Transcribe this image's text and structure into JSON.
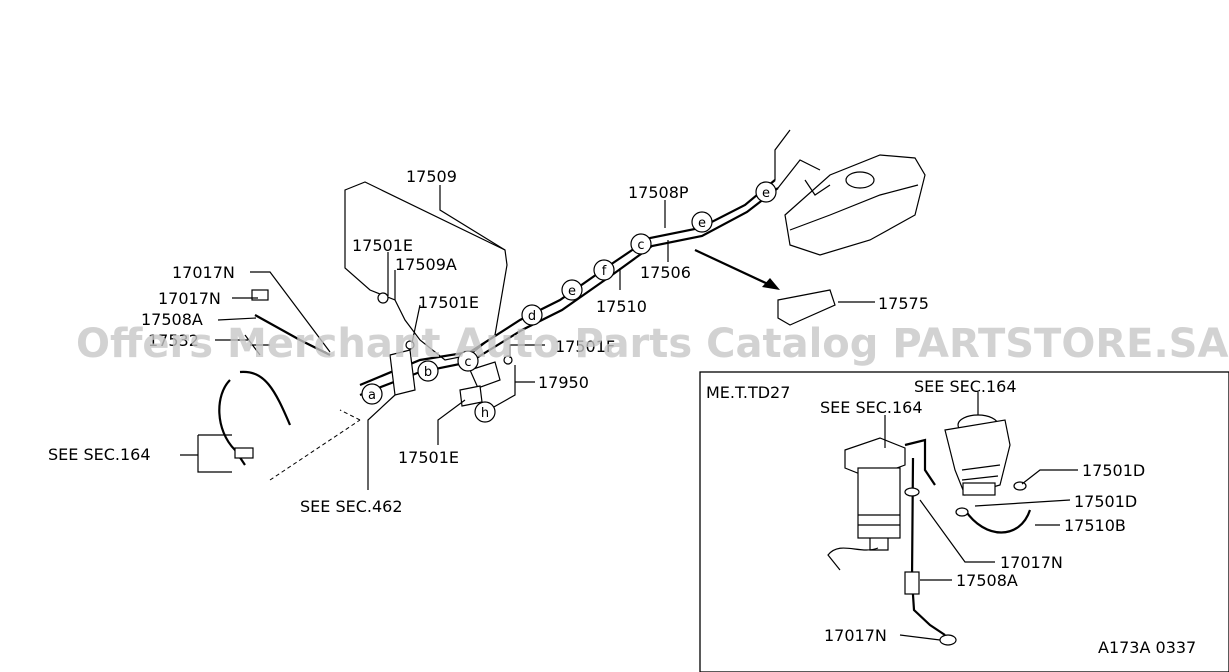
{
  "watermark": "Offers Merchant Auto Parts Catalog PARTSTORE.SA",
  "figure_code": "A173A 0337",
  "inset_title": "ME.T.TD27",
  "labels": {
    "p17509": "17509",
    "p17501E_a": "17501E",
    "p17509A": "17509A",
    "p17017N_a": "17017N",
    "p17017N_b": "17017N",
    "p17508A_a": "17508A",
    "p17532": "17532",
    "p17501E_b": "17501E",
    "p17501F": "17501F",
    "p17950": "17950",
    "p17501E_c": "17501E",
    "see_sec_164_a": "SEE SEC.164",
    "see_sec_462": "SEE SEC.462",
    "p17510": "17510",
    "p17506": "17506",
    "p17508P": "17508P",
    "p17575": "17575",
    "see_sec_164_b": "SEE SEC.164",
    "see_sec_164_c": "SEE SEC.164",
    "p17501D_a": "17501D",
    "p17501D_b": "17501D",
    "p17510B": "17510B",
    "p17017N_c": "17017N",
    "p17508A_b": "17508A",
    "p17017N_d": "17017N"
  },
  "callouts": [
    "a",
    "b",
    "c",
    "d",
    "e",
    "f",
    "c",
    "e",
    "e",
    "h"
  ]
}
